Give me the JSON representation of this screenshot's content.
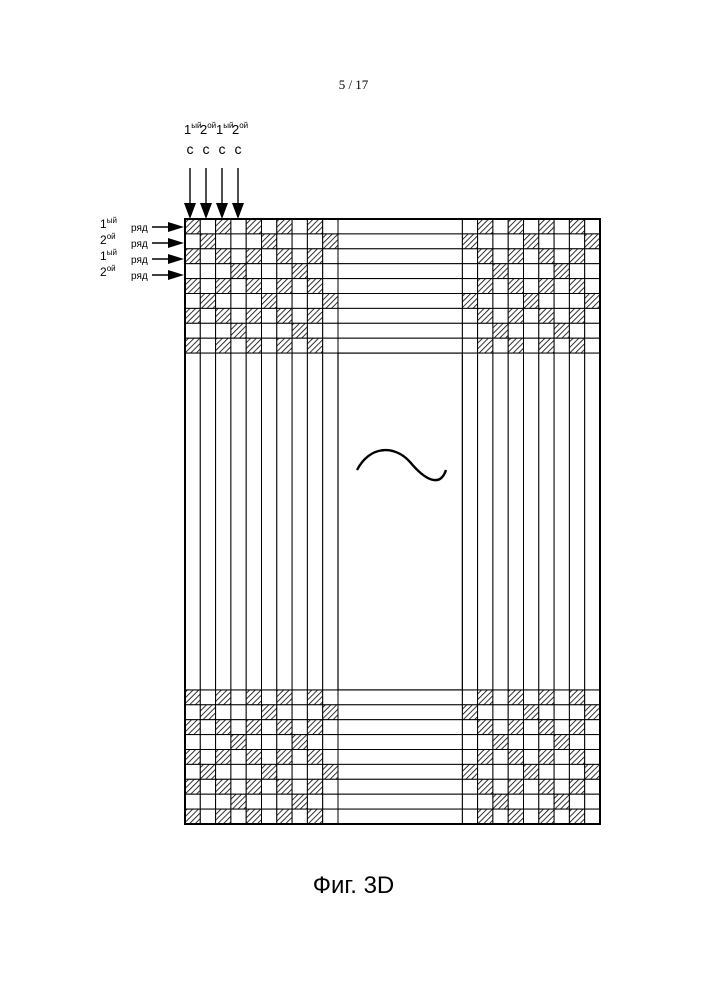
{
  "page_number": "5 / 17",
  "column_labels": [
    {
      "ordinal": "1",
      "suffix": "ый",
      "letter": "с"
    },
    {
      "ordinal": "2",
      "suffix": "ой",
      "letter": "с"
    },
    {
      "ordinal": "1",
      "suffix": "ый",
      "letter": "с"
    },
    {
      "ordinal": "2",
      "suffix": "ой",
      "letter": "с"
    }
  ],
  "row_labels": [
    {
      "ordinal": "1",
      "suffix": "ый",
      "word": "ряд"
    },
    {
      "ordinal": "2",
      "suffix": "ой",
      "word": "ряд"
    },
    {
      "ordinal": "1",
      "suffix": "ый",
      "word": "ряд"
    },
    {
      "ordinal": "2",
      "suffix": "ой",
      "word": "ряд"
    }
  ],
  "omission_symbol": "~",
  "caption": "Фиг. 3D",
  "colors": {
    "ink": "#000000",
    "paper": "#ffffff"
  },
  "pattern": "checkerboard of hatched (1st row / 1st column) and blank cells; rows alternate 1st/2nd, columns alternate 1st/2nd"
}
